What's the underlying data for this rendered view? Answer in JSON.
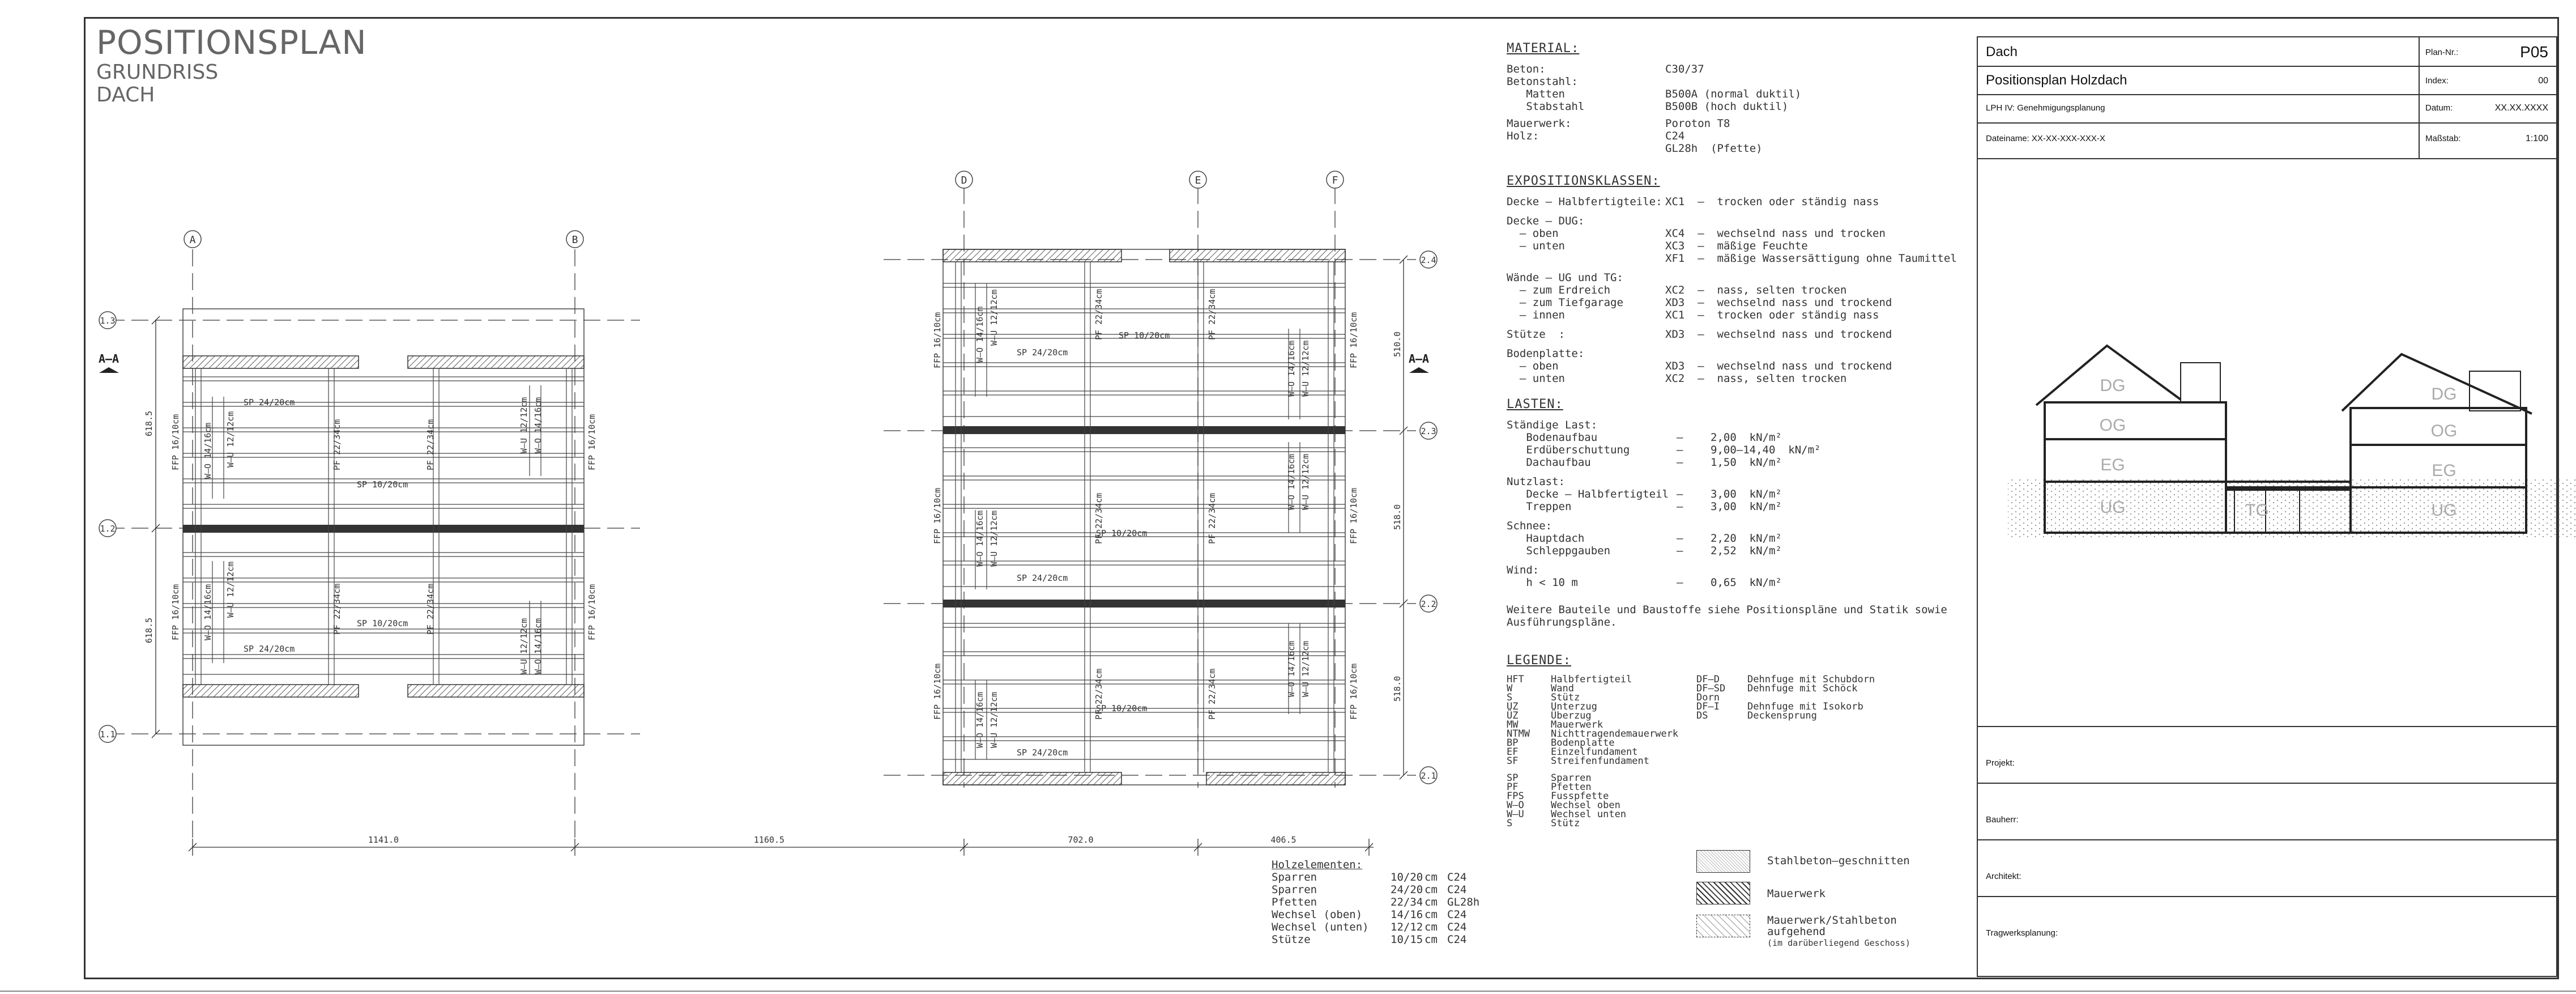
{
  "title": {
    "main": "POSITIONSPLAN",
    "sub1": "GRUNDRISS",
    "sub2": "DACH"
  },
  "plan_left": {
    "axes": [
      "A",
      "B"
    ],
    "rows": [
      "1.3",
      "1.2",
      "1.1"
    ],
    "section_marker": "A–A",
    "labels": {
      "sp_top": "SP 24/20cm",
      "sp_mid": "SP 10/20cm",
      "sp_bot": "SP 24/20cm",
      "sp_mid2": "SP 10/20cm",
      "ffp_l": "FFP 16/10cm",
      "ffp_r": "FFP 16/10cm",
      "ffp_l2": "FFP 16/10cm",
      "ffp_r2": "FFP 16/10cm",
      "pf": "PF 22/34cm",
      "wo": "W–O 14/16cm",
      "wu": "W–U 12/12cm"
    },
    "dims_v": [
      "618.5",
      "618.5"
    ],
    "dim_h": "1141.0"
  },
  "plan_right": {
    "axes": [
      "D",
      "E",
      "F"
    ],
    "rows": [
      "2.4",
      "2.3",
      "2.2",
      "2.1"
    ],
    "section_marker": "A–A",
    "labels": {
      "sp_a": "SP 24/20cm",
      "sp_b": "SP 10/20cm",
      "sp_c": "SP 10/20cm",
      "sp_d": "SP 24/20cm",
      "sp_e": "SP 10/20cm",
      "sp_f": "SP 24/20cm",
      "ffp": "FFP 16/10cm",
      "pf": "PF 22/34cm",
      "wo": "W–O 14/16cm",
      "wu": "W–U 12/12cm"
    },
    "dims_v": [
      "510.0",
      "518.0",
      "518.0"
    ],
    "dims_h": [
      "702.0",
      "406.5"
    ],
    "dim_between": "1160.5"
  },
  "material": {
    "heading": "MATERIAL:",
    "rows": [
      {
        "l": "Beton:",
        "r": "C30/37"
      },
      {
        "l": "Betonstahl:",
        "r": ""
      },
      {
        "l": "   Matten",
        "r": "B500A (normal duktil)"
      },
      {
        "l": "   Stabstahl",
        "r": "B500B (hoch duktil)"
      },
      {
        "l": "Mauerwerk:",
        "r": "Poroton T8"
      },
      {
        "l": "Holz:",
        "r": "C24"
      },
      {
        "l": "",
        "r": "GL28h  (Pfette)"
      }
    ]
  },
  "exposition": {
    "heading": "EXPOSITIONSKLASSEN:",
    "rows": [
      {
        "l": "Decke – Halbfertigteile:",
        "r": "XC1  –  trocken oder ständig nass"
      },
      {
        "l": "Decke – DUG:",
        "r": ""
      },
      {
        "l": "  – oben",
        "r": "XC4  –  wechselnd nass und trocken"
      },
      {
        "l": "  – unten",
        "r": "XC3  –  mäßige Feuchte"
      },
      {
        "l": "",
        "r": "XF1  –  mäßige Wassersättigung ohne Taumittel"
      },
      {
        "l": "Wände – UG und TG:",
        "r": ""
      },
      {
        "l": "  – zum Erdreich",
        "r": "XC2  –  nass, selten trocken"
      },
      {
        "l": "  – zum Tiefgarage",
        "r": "XD3  –  wechselnd nass und trockend"
      },
      {
        "l": "  – innen",
        "r": "XC1  –  trocken oder ständig nass"
      },
      {
        "l": "Stütze  :",
        "r": "XD3  –  wechselnd nass und trockend"
      },
      {
        "l": "Bodenplatte:",
        "r": ""
      },
      {
        "l": "  – oben",
        "r": "XD3  –  wechselnd nass und trockend"
      },
      {
        "l": "  – unten",
        "r": "XC2  –  nass, selten trocken"
      }
    ]
  },
  "lasten": {
    "heading": "LASTEN:",
    "rows": [
      {
        "l": "Ständige Last:",
        "r": ""
      },
      {
        "l": "   Bodenaufbau",
        "r": "2,00  kN/m²"
      },
      {
        "l": "   Erdüberschuttung",
        "r": "9,00–14,40  kN/m²"
      },
      {
        "l": "   Dachaufbau",
        "r": "1,50  kN/m²"
      },
      {
        "l": "Nutzlast:",
        "r": ""
      },
      {
        "l": "   Decke – Halbfertigteil",
        "r": "3,00  kN/m²"
      },
      {
        "l": "   Treppen",
        "r": "3,00  kN/m²"
      },
      {
        "l": "Schnee:",
        "r": ""
      },
      {
        "l": "   Hauptdach",
        "r": "2,20  kN/m²"
      },
      {
        "l": "   Schleppgauben",
        "r": "2,52  kN/m²"
      },
      {
        "l": "Wind:",
        "r": ""
      },
      {
        "l": "   h < 10 m",
        "r": "0,65  kN/m²"
      }
    ],
    "note": "Weitere Bauteile und Baustoffe siehe Positionspläne und Statik sowie Ausführungspläne."
  },
  "legende": {
    "heading": "LEGENDE:",
    "col1": [
      {
        "k": "HFT",
        "v": "Halbfertigteil"
      },
      {
        "k": "W",
        "v": "Wand"
      },
      {
        "k": "S",
        "v": "Stütz"
      },
      {
        "k": "UZ",
        "v": "Unterzug"
      },
      {
        "k": "ÜZ",
        "v": "Überzug"
      },
      {
        "k": "MW",
        "v": "Mauerwerk"
      },
      {
        "k": "NTMW",
        "v": "Nichttragendemauerwerk"
      },
      {
        "k": "BP",
        "v": "Bodenplatte"
      },
      {
        "k": "EF",
        "v": "Einzelfundament"
      },
      {
        "k": "SF",
        "v": "Streifenfundament"
      },
      {
        "k": "",
        "v": ""
      },
      {
        "k": "SP",
        "v": "Sparren"
      },
      {
        "k": "PF",
        "v": "Pfetten"
      },
      {
        "k": "FPS",
        "v": "Fusspfette"
      },
      {
        "k": "W–O",
        "v": "Wechsel oben"
      },
      {
        "k": "W–U",
        "v": "Wechsel unten"
      },
      {
        "k": "S",
        "v": "Stütz"
      }
    ],
    "col2": [
      {
        "k": "DF–D",
        "v": "Dehnfuge mit Schubdorn"
      },
      {
        "k": "DF–SD",
        "v": "Dehnfuge mit Schöck"
      },
      {
        "k": "Dorn",
        "v": ""
      },
      {
        "k": "DF–I",
        "v": "Dehnfuge mit Isokorb"
      },
      {
        "k": "DS",
        "v": "Deckensprung"
      }
    ],
    "symbols": [
      {
        "label": "Stahlbeton–geschnitten",
        "sub": ""
      },
      {
        "label": "Mauerwerk",
        "sub": ""
      },
      {
        "label": "Mauerwerk/Stahlbeton",
        "sub": "aufgehend"
      },
      {
        "label": "",
        "sub": "(im darüberliegend Geschoss)"
      }
    ]
  },
  "holz": {
    "heading": "Holzelementen:",
    "rows": [
      {
        "a": "Sparren",
        "b": "10/20",
        "c": "cm",
        "d": "C24"
      },
      {
        "a": "Sparren",
        "b": "24/20",
        "c": "cm",
        "d": "C24"
      },
      {
        "a": "Pfetten",
        "b": "22/34",
        "c": "cm",
        "d": "GL28h"
      },
      {
        "a": "Wechsel (oben)",
        "b": "14/16",
        "c": "cm",
        "d": "C24"
      },
      {
        "a": "Wechsel (unten)",
        "b": "12/12",
        "c": "cm",
        "d": "C24"
      },
      {
        "a": "Stütze",
        "b": "10/15",
        "c": "cm",
        "d": "C24"
      }
    ]
  },
  "section": {
    "left_floors": [
      "DG",
      "OG",
      "EG",
      "UG"
    ],
    "right_floors": [
      "DG",
      "OG",
      "EG",
      "UG"
    ],
    "tg": "TG"
  },
  "titleblock": {
    "project_part": "Dach",
    "plan_title": "Positionsplan Holzdach",
    "phase": "LPH IV: Genehmigungsplanung",
    "filename": "Dateiname:  XX-XX-XXX-XXX-X",
    "plan_nr_label": "Plan-Nr.:",
    "plan_nr": "P05",
    "index_label": "Index:",
    "index": "00",
    "datum_label": "Datum:",
    "datum": "XX.XX.XXXX",
    "massstab_label": "Maßstab:",
    "massstab": "1:100",
    "projekt": "Projekt:",
    "bauherr": "Bauherr:",
    "architekt": "Architekt:",
    "tragwerk": "Tragwerksplanung:"
  }
}
